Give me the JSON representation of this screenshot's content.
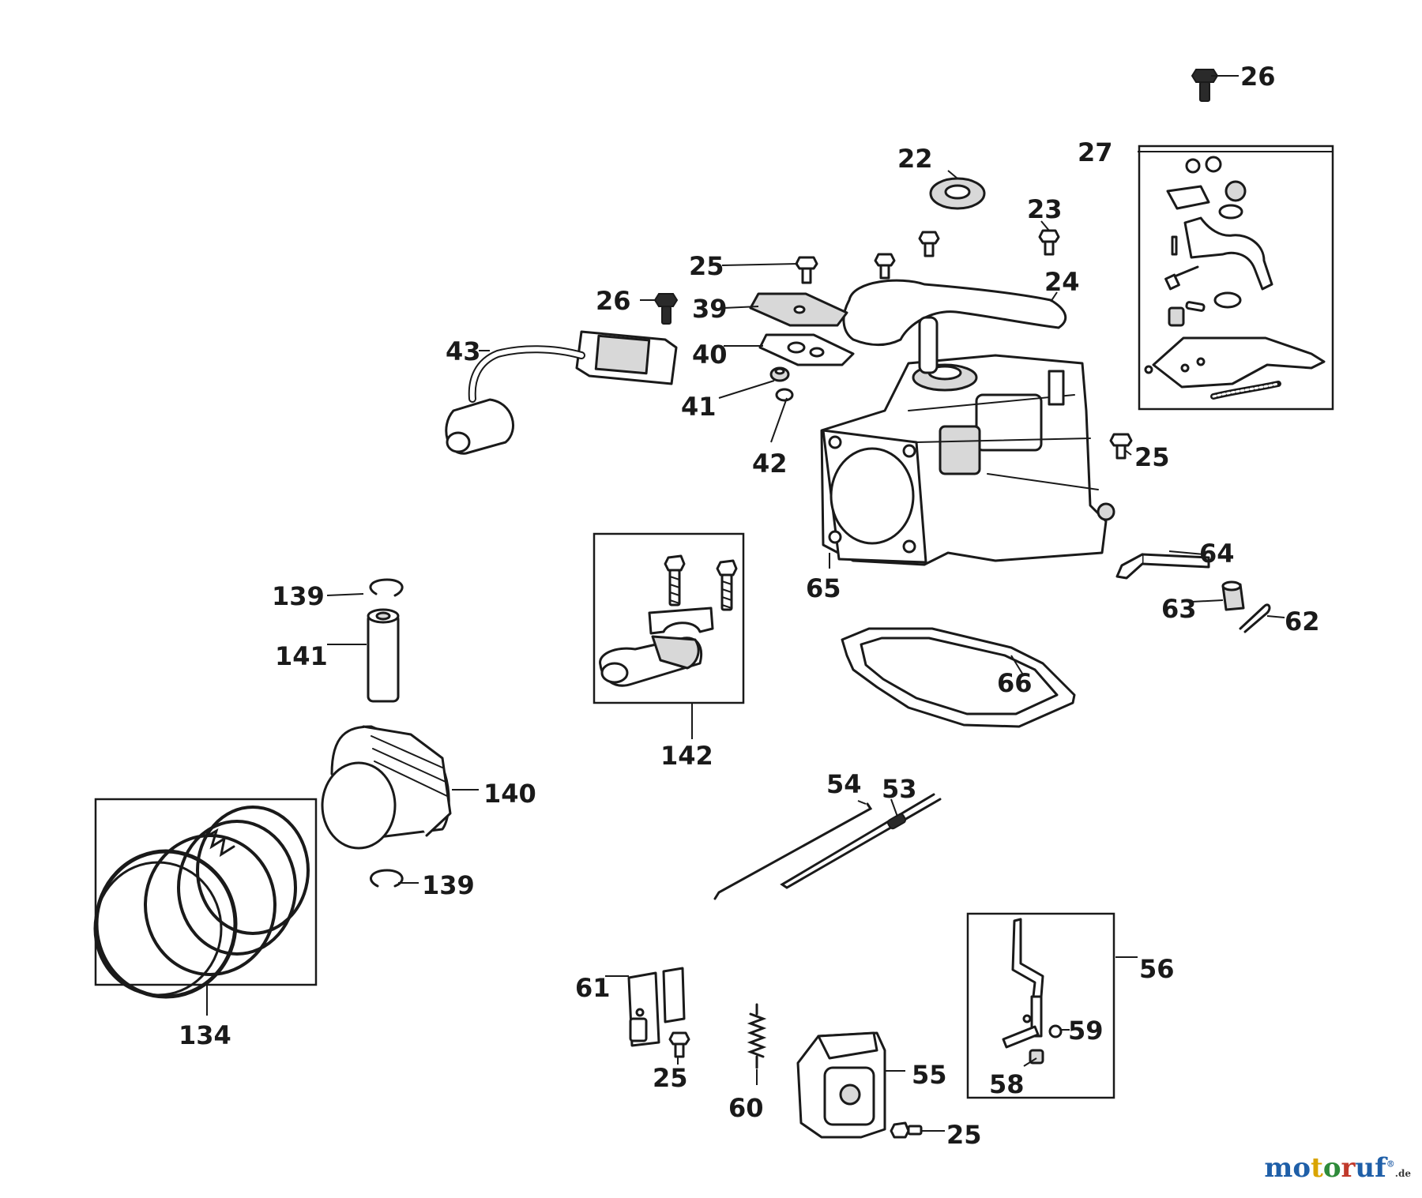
{
  "callouts": {
    "c26_top": "26",
    "c27": "27",
    "c22": "22",
    "c23": "23",
    "c25_a": "25",
    "c24": "24",
    "c26_b": "26",
    "c39": "39",
    "c43": "43",
    "c40": "40",
    "c41": "41",
    "c42": "42",
    "c25_b": "25",
    "c64": "64",
    "c65": "65",
    "c63": "63",
    "c62": "62",
    "c139_a": "139",
    "c141": "141",
    "c66": "66",
    "c142": "142",
    "c140": "140",
    "c54": "54",
    "c53": "53",
    "c139_b": "139",
    "c56": "56",
    "c61": "61",
    "c59": "59",
    "c134": "134",
    "c25_c": "25",
    "c55": "55",
    "c58": "58",
    "c60": "60",
    "c25_d": "25"
  },
  "watermark": {
    "letters": [
      "m",
      "o",
      "t",
      "o",
      "r",
      "u",
      "f"
    ],
    "tld": ".de",
    "mark": "®"
  }
}
